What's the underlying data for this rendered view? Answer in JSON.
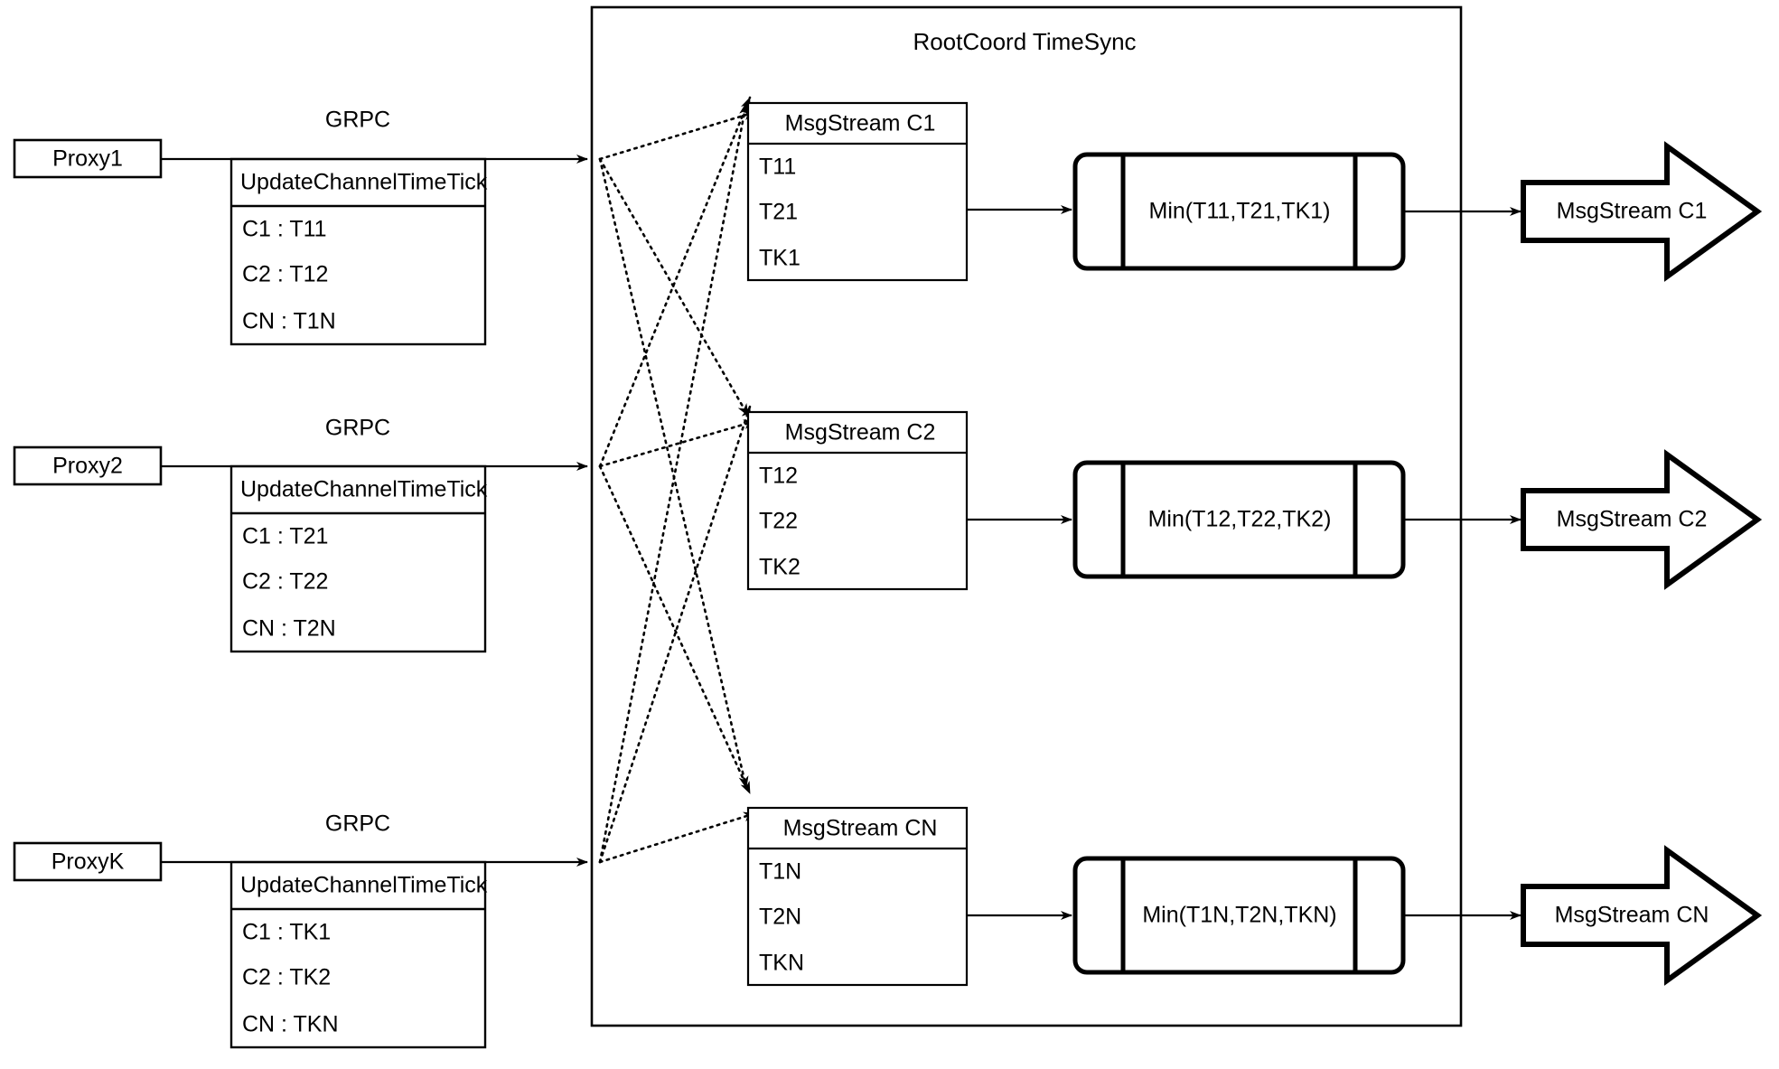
{
  "diagram": {
    "title": "RootCoord TimeSync",
    "container_label": "RootCoord TimeSync",
    "link_label_grpc": "GRPC"
  },
  "proxies": [
    {
      "name": "Proxy1",
      "link_label": "GRPC",
      "request": {
        "header": "UpdateChannelTimeTick",
        "rows": [
          "C1 :  T11",
          "C2 :  T12",
          "CN : T1N"
        ]
      }
    },
    {
      "name": "Proxy2",
      "link_label": "GRPC",
      "request": {
        "header": "UpdateChannelTimeTick",
        "rows": [
          "C1 :  T21",
          "C2 :  T22",
          "CN : T2N"
        ]
      }
    },
    {
      "name": "ProxyK",
      "link_label": "GRPC",
      "request": {
        "header": "UpdateChannelTimeTick",
        "rows": [
          "C1 :  TK1",
          "C2 :  TK2",
          "CN : TKN"
        ]
      }
    }
  ],
  "channels": [
    {
      "stream": {
        "header": "MsgStream C1",
        "rows": [
          "T11",
          "T21",
          "TK1"
        ]
      },
      "min_label": "Min(T11,T21,TK1)",
      "output_label": "MsgStream C1"
    },
    {
      "stream": {
        "header": "MsgStream C2",
        "rows": [
          "T12",
          "T22",
          "TK2"
        ]
      },
      "min_label": "Min(T12,T22,TK2)",
      "output_label": "MsgStream C2"
    },
    {
      "stream": {
        "header": "MsgStream CN",
        "rows": [
          "T1N",
          "T2N",
          "TKN"
        ]
      },
      "min_label": "Min(T1N,T2N,TKN)",
      "output_label": "MsgStream CN"
    }
  ],
  "style": {
    "stroke": "#000000",
    "fill": "#ffffff",
    "background": "#ffffff"
  }
}
